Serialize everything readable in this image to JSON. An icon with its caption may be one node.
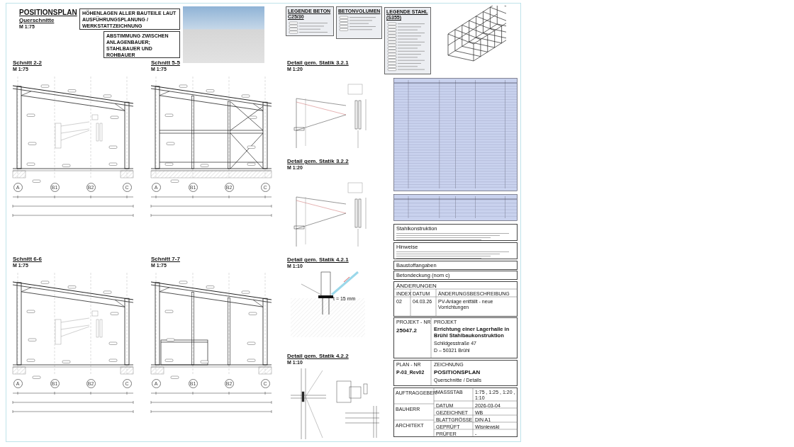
{
  "diagram": {
    "title": "POSITIONSPLAN",
    "nodes": [
      {
        "text": [
          "HÖHENLAGEN ALLER BAUTEILE LAUT AUSFÜHRUNGSPLANUNG / WERKSTATTZEICHNUNG"
        ]
      },
      {
        "text": [
          "ABSTIMMUNG ZWISCHEN ANLAGENBAUER; STAHLBAUER UND ROHBAUER"
        ]
      },
      {
        "text": [
          "LEGENDE BETON C25/30"
        ]
      },
      {
        "text": [
          "BETONVOLUMEN"
        ]
      },
      {
        "text": [
          "LEGENDE STAHL (S355)"
        ]
      },
      {
        "text": [
          "Schnitt 2-2",
          "M 1:75"
        ]
      },
      {
        "text": [
          "A"
        ],
        "in": 5
      },
      {
        "text": [
          "B1"
        ],
        "in": 5
      },
      {
        "text": [
          "B2"
        ],
        "in": 5
      },
      {
        "text": [
          "C"
        ],
        "in": 5
      },
      {
        "text": [
          "Schnitt 5-5",
          "M 1:75"
        ]
      },
      {
        "text": [
          "A"
        ],
        "in": 10
      },
      {
        "text": [
          "B1"
        ],
        "in": 10
      },
      {
        "text": [
          "B2"
        ],
        "in": 10
      },
      {
        "text": [
          "C"
        ],
        "in": 10
      },
      {
        "text": [
          "Detail gem. Statik 3.2.1",
          "M 1:20"
        ]
      },
      {
        "text": [
          "Detail gem. Statik 3.2.2",
          "M 1:20"
        ]
      },
      {
        "text": [
          "Schnitt 6-6",
          "M 1:75"
        ]
      },
      {
        "text": [
          "A"
        ],
        "in": 17
      },
      {
        "text": [
          "B1"
        ],
        "in": 17
      },
      {
        "text": [
          "B2"
        ],
        "in": 17
      },
      {
        "text": [
          "C"
        ],
        "in": 17
      },
      {
        "text": [
          "Schnitt 7-7",
          "M 1:75"
        ]
      },
      {
        "text": [
          "A"
        ],
        "in": 22
      },
      {
        "text": [
          "B1"
        ],
        "in": 22
      },
      {
        "text": [
          "B2"
        ],
        "in": 22
      },
      {
        "text": [
          "C"
        ],
        "in": 22
      },
      {
        "text": [
          "Detail gem. Statik 4.2.1",
          "M 1:10"
        ]
      },
      {
        "text": [
          "Detail gem. Statik 4.2.2",
          "M 1:10"
        ]
      },
      {
        "text": [
          "Stahlkonstruktion"
        ]
      },
      {
        "text": [
          "Hinweise"
        ]
      },
      {
        "text": [
          "Baustoffangaben"
        ]
      },
      {
        "text": [
          "Betondeckung (nom c)"
        ]
      },
      {
        "text": [
          "ÄNDERUNGEN",
          "INDEX",
          "DATUM",
          "ÄNDERUNGSBESCHREIBUNG",
          "02",
          "04.03.26",
          "PV-Anlage entfällt - neue Vorrichtungen"
        ]
      },
      {
        "text": [
          "PROJEKT - NR",
          "PROJEKT",
          "25047.2",
          "Errichtung einer Lagerhalle in Brühl Stahlbaukonstruktion",
          "Schildgesstraße 47",
          "D – 50321 Brühl"
        ]
      },
      {
        "text": [
          "PLAN - NR",
          "ZEICHNUNG",
          "P-03_Rev02",
          "POSITIONSPLAN",
          "Querschnitte / Details"
        ]
      },
      {
        "text": [
          "AUFTRAGGEBER",
          "BAUHERR",
          "ARCHITEKT",
          "MASSSTAB",
          "1:75 , 1:25 , 1:20 , 1:10",
          "DATUM",
          "2026-03-04",
          "GEZEICHNET",
          "WB",
          "BLATTGRÖSSE",
          "DIN A1",
          "GEPRÜFT",
          "Wisniewski",
          "PRÜFER",
          "-"
        ]
      }
    ],
    "labels": [
      "Querschnitte",
      "M 1:75",
      "t = 15 mm"
    ]
  }
}
